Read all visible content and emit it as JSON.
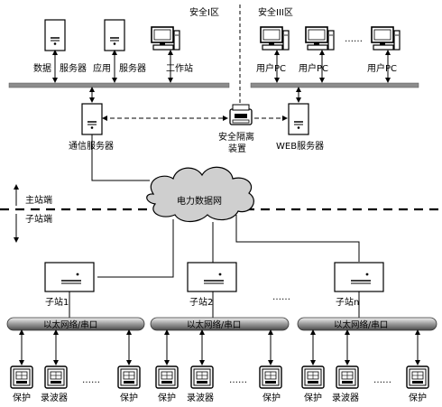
{
  "zones": {
    "zone1": "安全I区",
    "zone3": "安全III区"
  },
  "servers": {
    "data": "数据",
    "data_suffix": "服务器",
    "app": "应用",
    "app_suffix": "服务器",
    "workstation": "工作站",
    "comm": "通信服务器",
    "web": "WEB服务器"
  },
  "user_pcs": [
    "用户PC",
    "用户PC",
    "用户PC"
  ],
  "ellipsis": "……",
  "isolation": {
    "line1": "安全隔离",
    "line2": "装置"
  },
  "network": "电力数据网",
  "sides": {
    "master": "主站端",
    "sub": "子站端"
  },
  "substations": [
    "子站1",
    "子站2",
    "子站n"
  ],
  "bus_label": "以太网络/串口",
  "devices": {
    "protect": "保护",
    "recorder": "录波器"
  }
}
